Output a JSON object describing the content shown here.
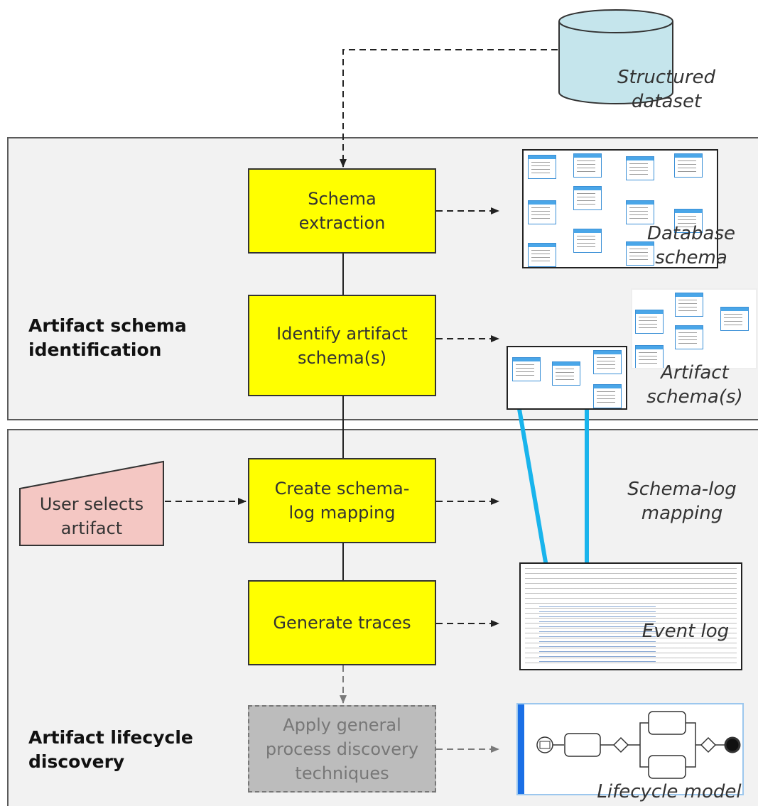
{
  "sections": {
    "identification": "Artifact schema\nidentification",
    "discovery": "Artifact lifecycle\ndiscovery"
  },
  "steps": {
    "schema_extraction": "Schema\nextraction",
    "identify_artifact": "Identify artifact\nschema(s)",
    "create_mapping": "Create schema-\nlog mapping",
    "generate_traces": "Generate traces",
    "apply_discovery": "Apply general\nprocess discovery\ntechniques"
  },
  "input": {
    "user_selects": "User selects\nartifact"
  },
  "artifacts": {
    "structured_dataset": "Structured\ndataset",
    "database_schema": "Database\nschema",
    "artifact_schemas": "Artifact\nschema(s)",
    "schema_log_mapping": "Schema-log\nmapping",
    "event_log": "Event log",
    "lifecycle_model": "Lifecycle model"
  },
  "colors": {
    "step_fill": "#ffff00",
    "optional_step_fill": "#bcbcbc",
    "input_fill": "#f4c7c3",
    "panel_fill": "#f2f2f2",
    "trace_arrow": "#19b4ec"
  }
}
